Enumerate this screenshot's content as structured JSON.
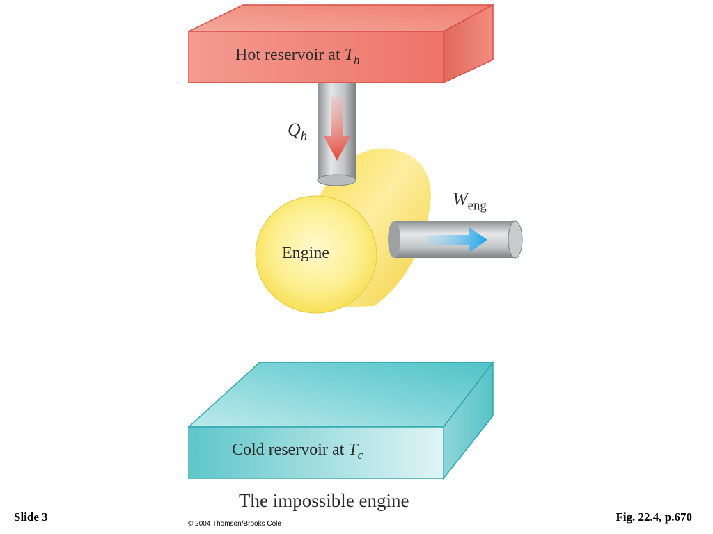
{
  "hot_reservoir": {
    "text": "Hot reservoir at ",
    "symbol": "T",
    "subscript": "h",
    "color": "#f08a80"
  },
  "heat_flow": {
    "symbol": "Q",
    "subscript": "h"
  },
  "engine": {
    "label": "Engine",
    "color": "#fbe566"
  },
  "work_output": {
    "symbol": "W",
    "subscript": "eng"
  },
  "cold_reservoir": {
    "text": "Cold reservoir at ",
    "symbol": "T",
    "subscript": "c",
    "color": "#6fcdd0"
  },
  "caption": "The impossible engine",
  "copyright": "© 2004 Thomson/Brooks Cole",
  "slide_label": "Slide 3",
  "figure_ref": "Fig. 22.4, p.670"
}
